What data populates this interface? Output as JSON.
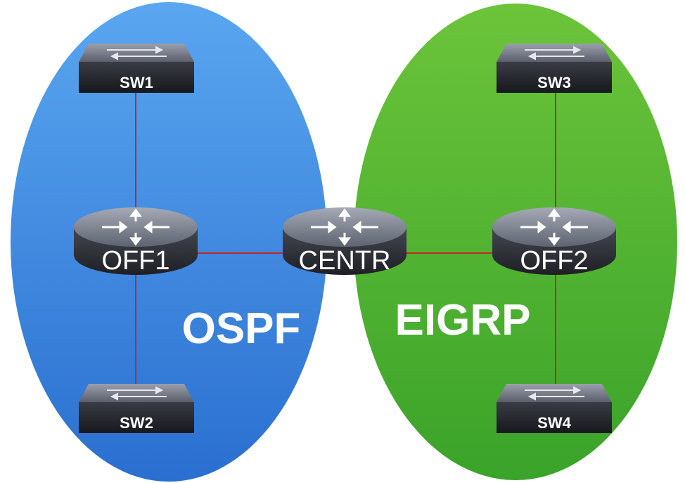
{
  "zones": [
    {
      "id": "ospf",
      "label": "OSPF",
      "color_top": "#5aa6f0",
      "color_bottom": "#2a6fd0"
    },
    {
      "id": "eigrp",
      "label": "EIGRP",
      "color_top": "#6cc43a",
      "color_bottom": "#3aa32a"
    }
  ],
  "routers": [
    {
      "id": "off1",
      "label": "OFF1"
    },
    {
      "id": "centr",
      "label": "CENTR"
    },
    {
      "id": "off2",
      "label": "OFF2"
    }
  ],
  "switches": [
    {
      "id": "sw1",
      "label": "SW1"
    },
    {
      "id": "sw2",
      "label": "SW2"
    },
    {
      "id": "sw3",
      "label": "SW3"
    },
    {
      "id": "sw4",
      "label": "SW4"
    }
  ],
  "links": [
    {
      "from": "sw1",
      "to": "off1"
    },
    {
      "from": "off1",
      "to": "sw2"
    },
    {
      "from": "off1",
      "to": "centr"
    },
    {
      "from": "centr",
      "to": "off2"
    },
    {
      "from": "sw3",
      "to": "off2"
    },
    {
      "from": "off2",
      "to": "sw4"
    }
  ],
  "colors": {
    "link": "#c0282a",
    "device_body": "#2b2d35",
    "device_top": "#7d8290"
  }
}
